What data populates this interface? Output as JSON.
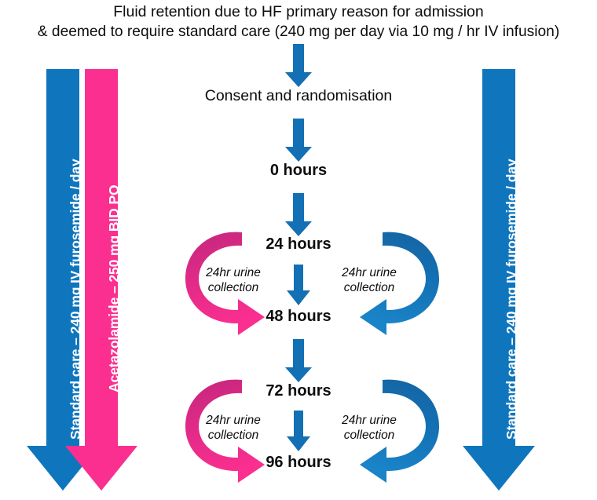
{
  "header": {
    "line1": "Fluid retention due to HF primary reason for admission",
    "line2": "& deemed to require standard care (240 mg per day via 10 mg / hr IV infusion)"
  },
  "colors": {
    "blue": "#0f76be",
    "blue_dark": "#1262a0",
    "pink": "#fb2f90",
    "pink_dark": "#c62a7e",
    "text": "#0d0d0d",
    "white": "#ffffff"
  },
  "timeline": {
    "steps": [
      {
        "label": "Consent and randomisation",
        "bold": false
      },
      {
        "label": "0 hours",
        "bold": true
      },
      {
        "label": "24 hours",
        "bold": true
      },
      {
        "label": "48 hours",
        "bold": true
      },
      {
        "label": "72 hours",
        "bold": true
      },
      {
        "label": "96 hours",
        "bold": true
      }
    ]
  },
  "collections": [
    {
      "side": "left",
      "line1": "24hr urine",
      "line2": "collection",
      "color": "pink"
    },
    {
      "side": "right",
      "line1": "24hr urine",
      "line2": "collection",
      "color": "blue"
    },
    {
      "side": "left",
      "line1": "24hr urine",
      "line2": "collection",
      "color": "pink"
    },
    {
      "side": "right",
      "line1": "24hr urine",
      "line2": "collection",
      "color": "blue"
    }
  ],
  "arms": {
    "left": [
      {
        "label": "Standard care – 240 mg IV furosemide / day",
        "color": "blue"
      },
      {
        "label": "Acetazolamide – 250 mg BID PO",
        "color": "pink"
      }
    ],
    "right": [
      {
        "label": "Standard care – 240 mg IV furosemide / day",
        "color": "blue"
      }
    ]
  }
}
